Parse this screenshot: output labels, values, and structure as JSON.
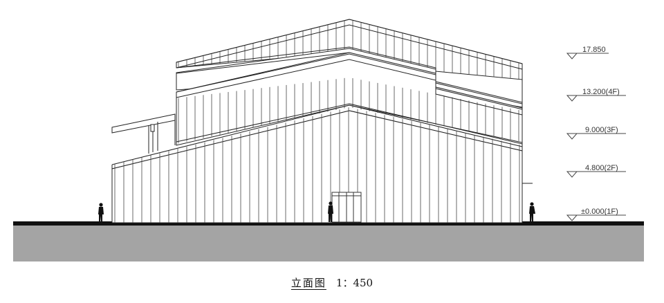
{
  "drawing": {
    "title": "立面图",
    "scale": "1：450"
  },
  "levels": [
    {
      "value": "17.850",
      "floor": ""
    },
    {
      "value": "13.200",
      "floor": "(4F)"
    },
    {
      "value": "9.000",
      "floor": "(3F)"
    },
    {
      "value": "4.800",
      "floor": "(2F)"
    },
    {
      "value": "±0.000",
      "floor": "(1F)"
    }
  ]
}
